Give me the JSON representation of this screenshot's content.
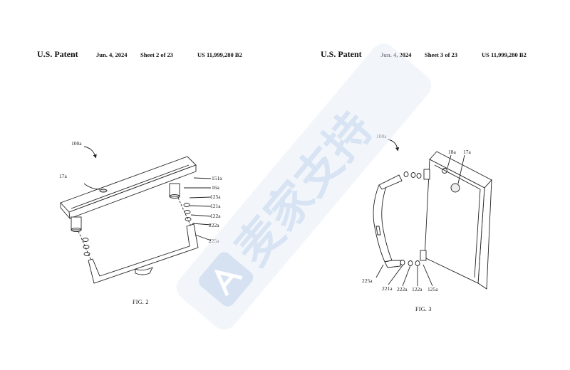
{
  "sheets": [
    {
      "header": {
        "title": "U.S. Patent",
        "date": "Jun. 4, 2024",
        "sheet": "Sheet 2 of 23",
        "number": "US 11,999,280 B2"
      },
      "figure_label": "FIG. 2",
      "refs": [
        "100a",
        "17a",
        "151a",
        "16a",
        "125a",
        "121a",
        "122a",
        "222a",
        "225a"
      ]
    },
    {
      "header": {
        "title": "U.S. Patent",
        "date": "Jun. 4, 2024",
        "sheet": "Sheet 3 of 23",
        "number": "US 11,999,280 B2"
      },
      "figure_label": "FIG. 3",
      "refs": [
        "100a",
        "18a",
        "17a",
        "225a",
        "221a",
        "222a",
        "122a",
        "125a"
      ]
    }
  ],
  "watermark": {
    "text": "麦家支持"
  },
  "colors": {
    "ink": "#111111",
    "watermark": "#c3d6ec"
  }
}
